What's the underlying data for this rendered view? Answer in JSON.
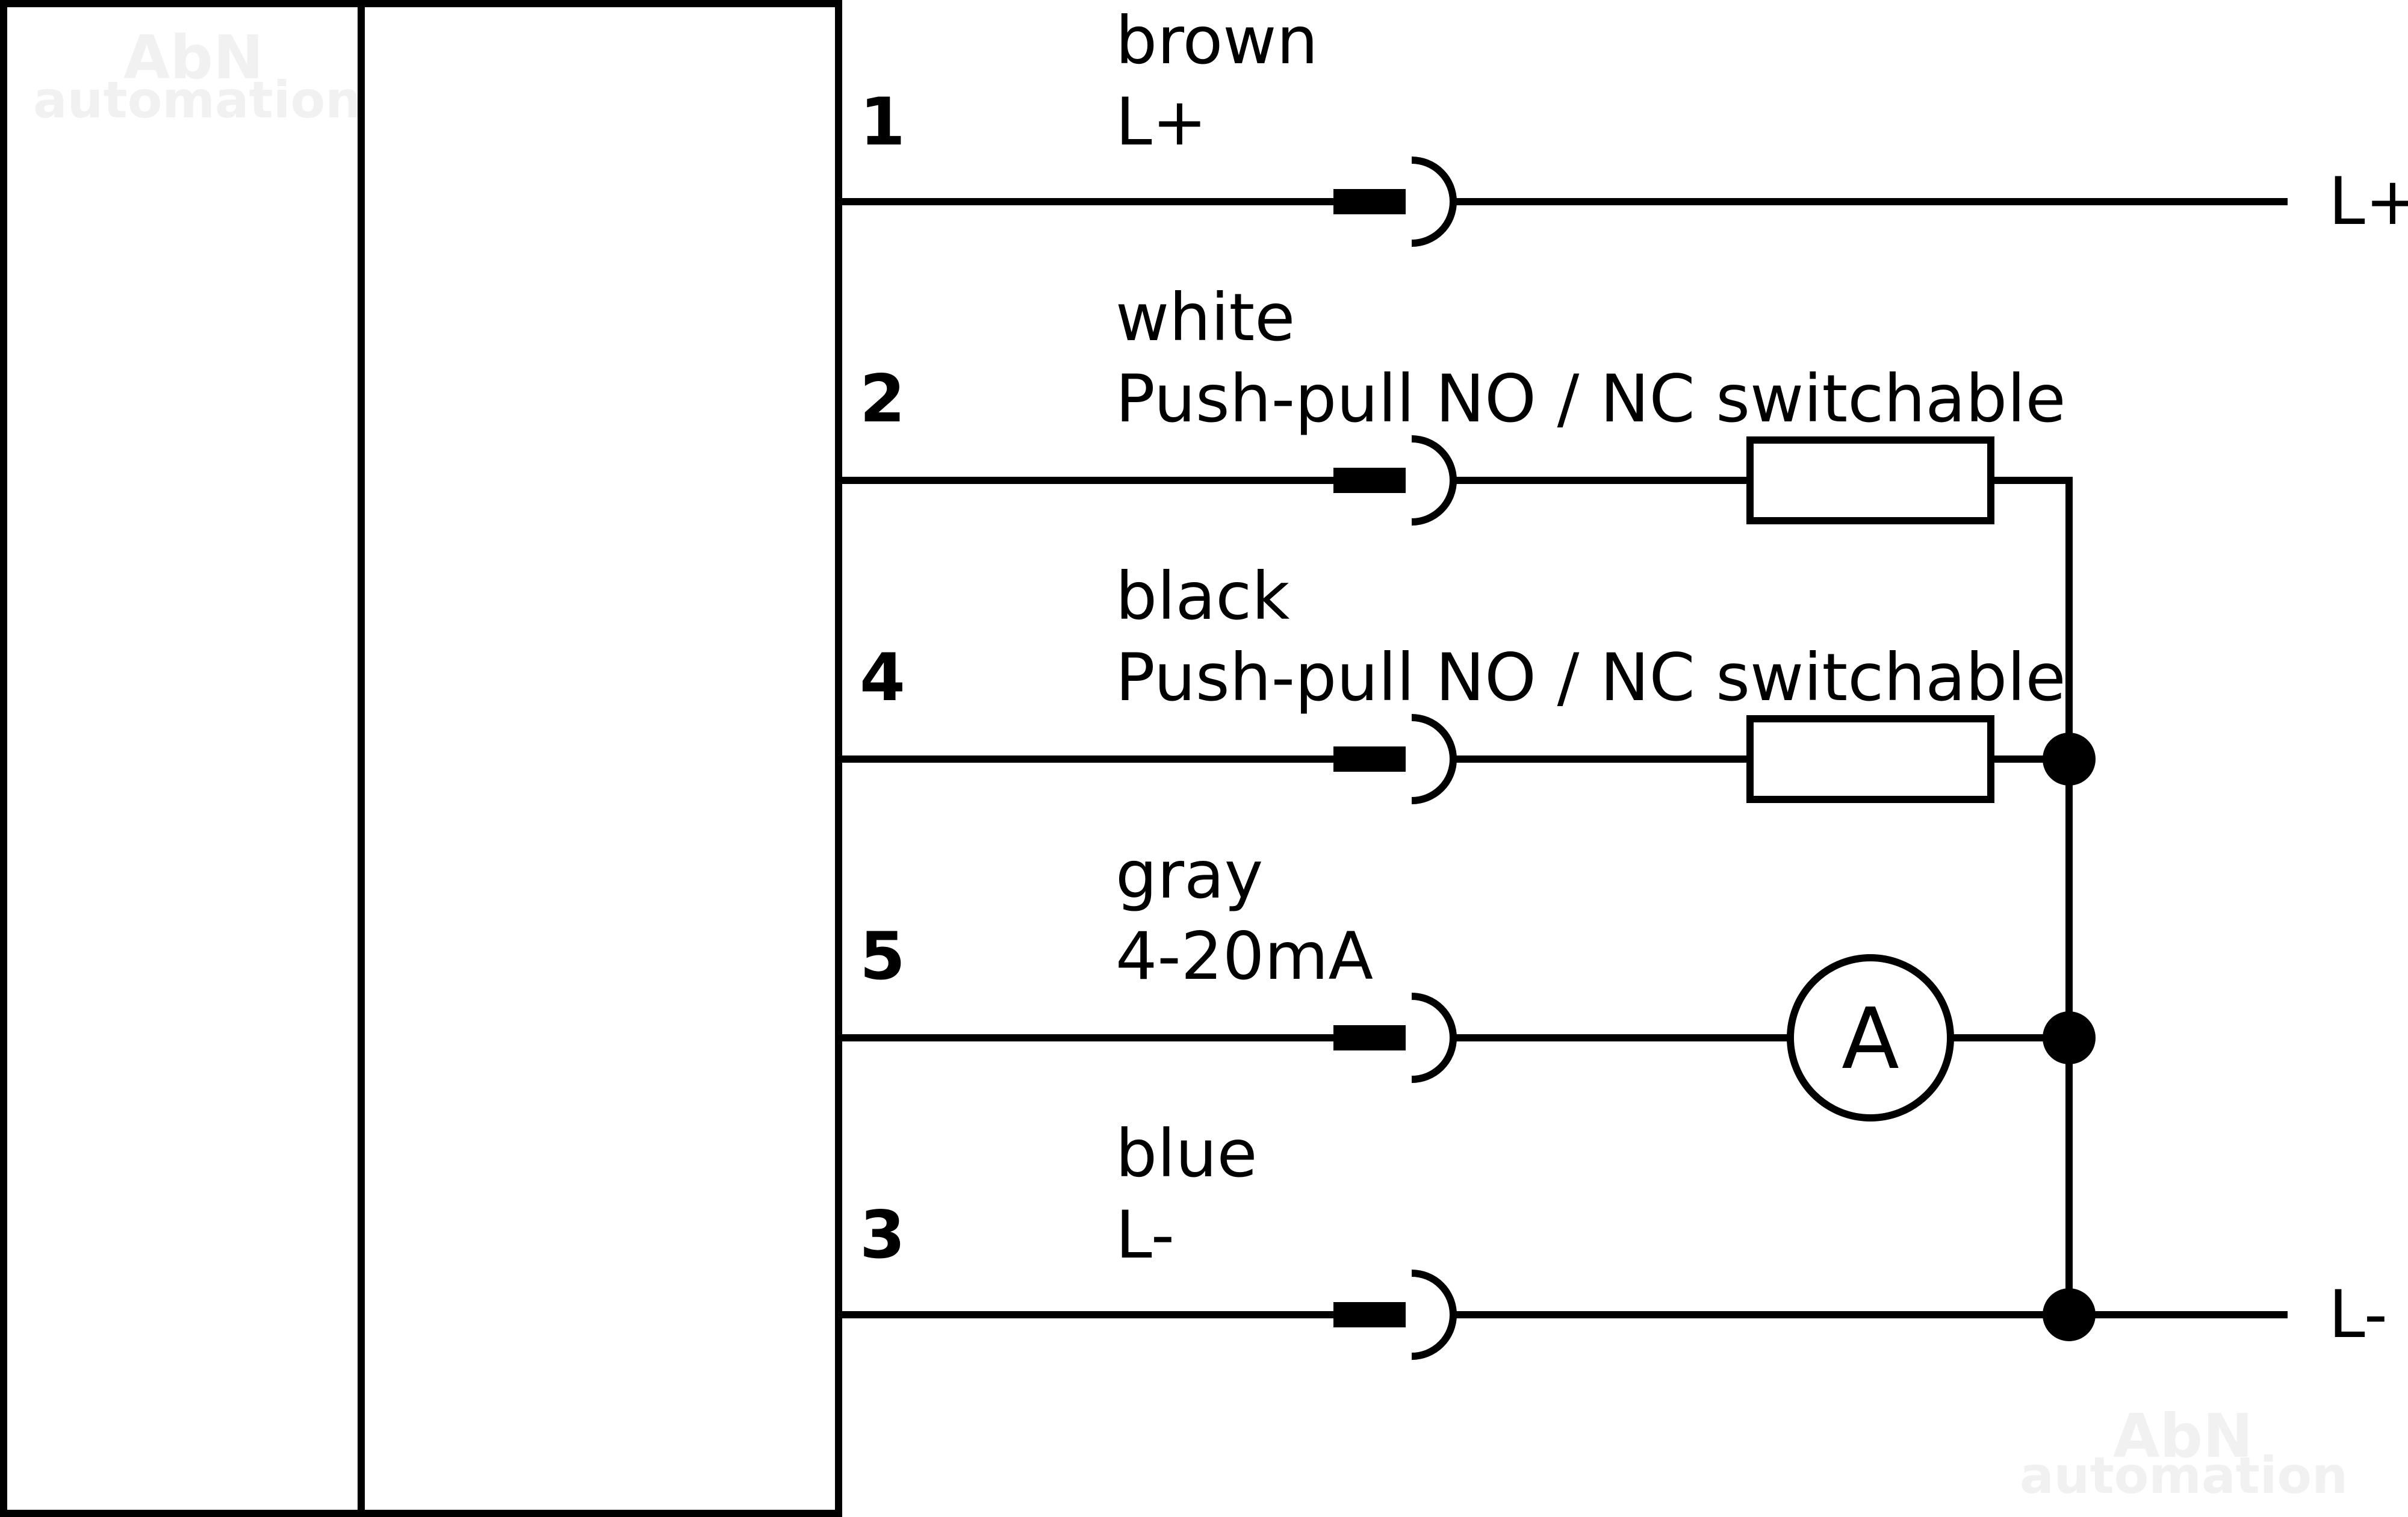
{
  "watermark": {
    "line1": "AbN",
    "line2": "automation"
  },
  "wires": [
    {
      "pin": "1",
      "color": "brown",
      "signal": "L+"
    },
    {
      "pin": "2",
      "color": "white",
      "signal": "Push-pull NO / NC switchable"
    },
    {
      "pin": "4",
      "color": "black",
      "signal": "Push-pull NO / NC switchable"
    },
    {
      "pin": "5",
      "color": "gray",
      "signal": "4-20mA"
    },
    {
      "pin": "3",
      "color": "blue",
      "signal": "L-"
    }
  ],
  "terminals": {
    "positive": "L+",
    "negative": "L-"
  },
  "ammeter": {
    "symbol": "A"
  }
}
